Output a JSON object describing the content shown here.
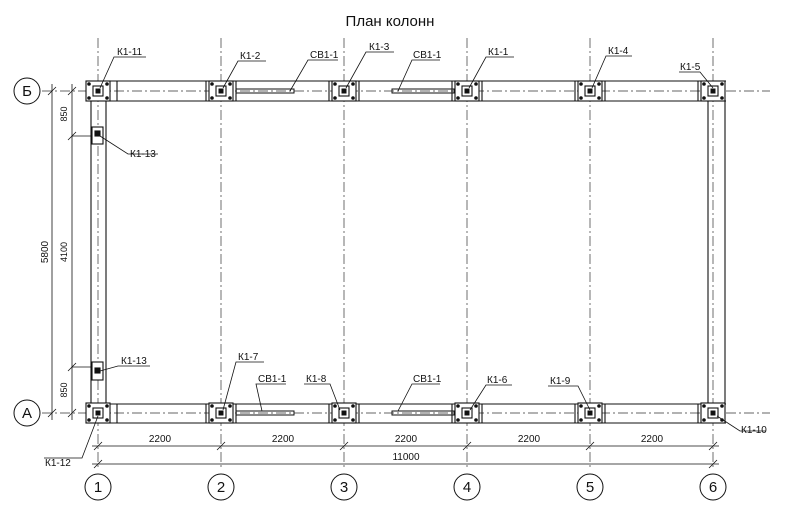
{
  "title": "План колонн",
  "axes_numeric": [
    "1",
    "2",
    "3",
    "4",
    "5",
    "6"
  ],
  "axes_letter": [
    "Б",
    "А"
  ],
  "dims_bottom": [
    "2200",
    "2200",
    "2200",
    "2200",
    "2200"
  ],
  "dim_total_bottom": "11000",
  "dim_total_left": "5800",
  "dims_left": [
    "850",
    "4100",
    "850"
  ],
  "column_labels": [
    "К1-11",
    "К1-2",
    "К1-3",
    "К1-1",
    "К1-4",
    "К1-5",
    "К1-13",
    "К1-13",
    "К1-7",
    "К1-8",
    "К1-6",
    "К1-9",
    "К1-12",
    "К1-10"
  ],
  "beam_labels": [
    "СВ1-1",
    "СВ1-1",
    "СВ1-1",
    "СВ1-1"
  ]
}
